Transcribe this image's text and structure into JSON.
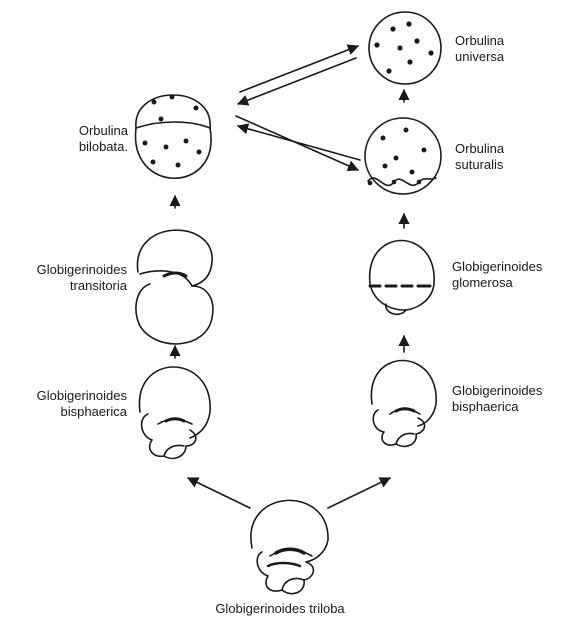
{
  "labels": {
    "orbulina_universa": [
      "Orbulina",
      "universa"
    ],
    "orbulina_bilobata": [
      "Orbulina",
      "bilobata."
    ],
    "orbulina_suturalis": [
      "Orbulina",
      "suturalis"
    ],
    "transitoria": [
      "Globigerinoides",
      "transitoria"
    ],
    "glomerosa": [
      "Globigerinoides",
      "glomerosa"
    ],
    "bisphaerica_left": [
      "Globigerinoides",
      "bisphaerica"
    ],
    "bisphaerica_right": [
      "Globigerinoides",
      "bisphaerica"
    ],
    "triloba": "Globigerinoides triloba"
  },
  "colors": {
    "ink": "#1a1a1a",
    "paper": "#ffffff"
  }
}
